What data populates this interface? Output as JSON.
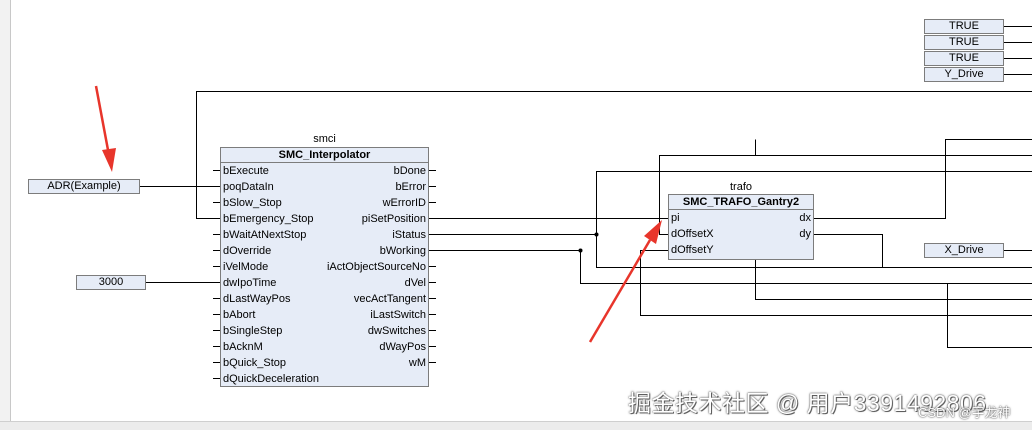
{
  "interpolator": {
    "instance": "smci",
    "type": "SMC_Interpolator",
    "inputs": [
      "bExecute",
      "poqDataIn",
      "bSlow_Stop",
      "bEmergency_Stop",
      "bWaitAtNextStop",
      "dOverride",
      "iVelMode",
      "dwIpoTime",
      "dLastWayPos",
      "bAbort",
      "bSingleStep",
      "bAcknM",
      "bQuick_Stop",
      "dQuickDeceleration"
    ],
    "outputs": [
      "bDone",
      "bError",
      "wErrorID",
      "piSetPosition",
      "iStatus",
      "bWorking",
      "iActObjectSourceNo",
      "dVel",
      "vecActTangent",
      "iLastSwitch",
      "dwSwitches",
      "dWayPos",
      "wM"
    ]
  },
  "trafo": {
    "instance": "trafo",
    "type": "SMC_TRAFO_Gantry2",
    "inputs": [
      "pi",
      "dOffsetX",
      "dOffsetY"
    ],
    "outputs": [
      "dx",
      "dy"
    ]
  },
  "vars": {
    "adr": "ADR(Example)",
    "ipo_time": "3000",
    "true1": "TRUE",
    "true2": "TRUE",
    "true3": "TRUE",
    "y_drive": "Y_Drive",
    "x_drive": "X_Drive"
  },
  "watermark": {
    "main": "掘金技术社区 @ 用户3391492806",
    "small": "CSDN @宇龙神"
  },
  "colors": {
    "block_fill": "#e6ecf7",
    "block_border": "#7c7c7c",
    "wire": "#000000",
    "arrow": "#e8352b"
  }
}
